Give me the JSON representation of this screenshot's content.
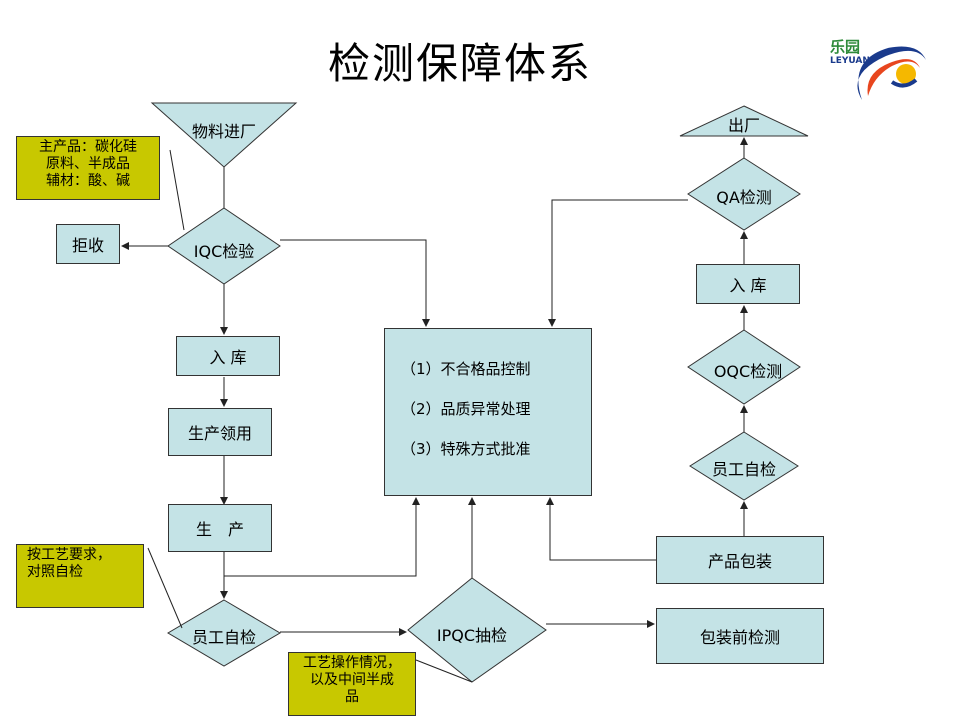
{
  "title": "检测保障体系",
  "logo": {
    "text": "乐园",
    "brand": "LEYUAN",
    "colors": [
      "#1a3a8c",
      "#e8461e",
      "#f5b800",
      "#2e8b3a"
    ]
  },
  "colors": {
    "box_fill": "#c4e3e6",
    "note_fill": "#c8c800",
    "stroke": "#333333"
  },
  "nodes": {
    "material_in": "物料进厂",
    "reject": "拒收",
    "iqc": "IQC检验",
    "storage_left": "入 库",
    "production_pick": "生产领用",
    "production": "生　产",
    "worker_check_left": "员工自检",
    "ipqc": "IPQC抽检",
    "pre_pack_check": "包装前检测",
    "packaging": "产品包装",
    "worker_check_right": "员工自检",
    "oqc": "OQC检测",
    "storage_right": "入 库",
    "qa": "QA检测",
    "out": "出厂"
  },
  "control_center": {
    "items": [
      "（1）不合格品控制",
      "（2）品质异常处理",
      "（3）特殊方式批准"
    ]
  },
  "notes": {
    "materials": "主产品：碳化硅\n原料、半成品\n辅材：酸、碱",
    "process": "按工艺要求，\n对照自检",
    "ipqc": "工艺操作情况，\n以及中间半成\n品"
  }
}
